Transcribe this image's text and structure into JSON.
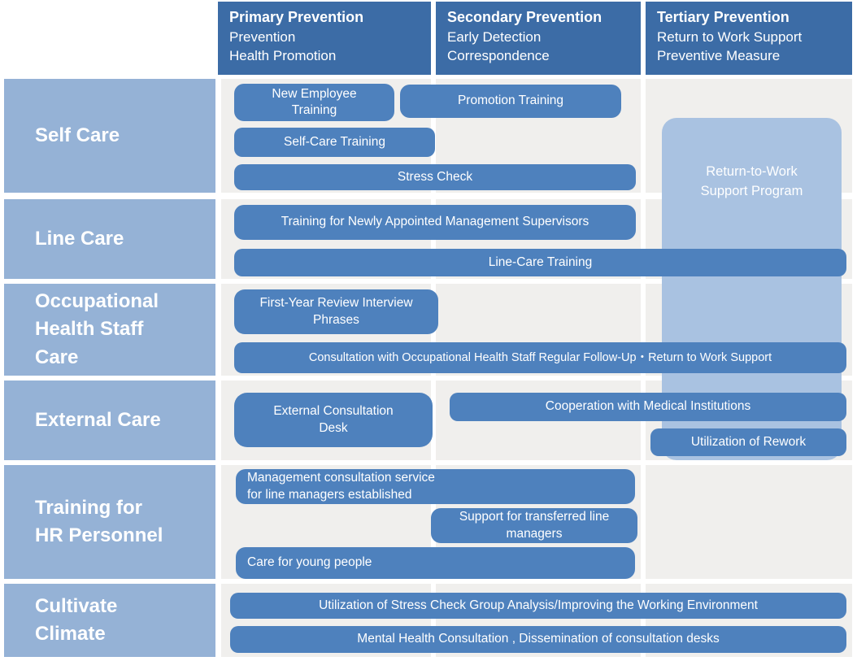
{
  "colors": {
    "header_bg": "#3C6CA6",
    "bar_bg": "#4E81BD",
    "row_label_bg": "#95B2D6",
    "rework_box_bg": "#A9C2E1",
    "cell_bg": "#F0EFED",
    "page_bg": "#FFFFFF",
    "text": "#FFFFFF"
  },
  "header": {
    "columns": [
      {
        "title": "Primary Prevention",
        "line1": "Prevention",
        "line2": "Health Promotion"
      },
      {
        "title": "Secondary Prevention",
        "line1": "Early Detection",
        "line2": "Correspondence"
      },
      {
        "title": "Tertiary Prevention",
        "line1": "Return to Work Support",
        "line2": "Preventive Measure"
      }
    ]
  },
  "rows": [
    {
      "label": "Self Care"
    },
    {
      "label": "Line Care"
    },
    {
      "label": "Occupational\nHealth Staff\nCare"
    },
    {
      "label": "External Care"
    },
    {
      "label": "Training for\nHR Personnel"
    },
    {
      "label": "Cultivate\nClimate"
    }
  ],
  "bars": [
    {
      "label": "New Employee\nTraining"
    },
    {
      "label": "Promotion Training"
    },
    {
      "label": "Self-Care Training"
    },
    {
      "label": "Stress Check"
    },
    {
      "label": "Training for Newly Appointed Management Supervisors"
    },
    {
      "label": "Line-Care Training"
    },
    {
      "label": "First-Year Review Interview\nPhrases"
    },
    {
      "label": "Consultation with Occupational Health Staff Regular Follow-Up・Return to Work Support"
    },
    {
      "label": "External Consultation\nDesk"
    },
    {
      "label": "Cooperation with Medical Institutions"
    },
    {
      "label": "Utilization of Rework"
    },
    {
      "label": "Management consultation service\nfor line managers established"
    },
    {
      "label": "Support for transferred line\nmanagers"
    },
    {
      "label": "Care for young people"
    },
    {
      "label": "Utilization of Stress Check Group Analysis/Improving the Working Environment"
    },
    {
      "label": "Mental Health Consultation , Dissemination of consultation desks"
    }
  ],
  "rework_program": {
    "label": "Return-to-Work\nSupport Program"
  }
}
